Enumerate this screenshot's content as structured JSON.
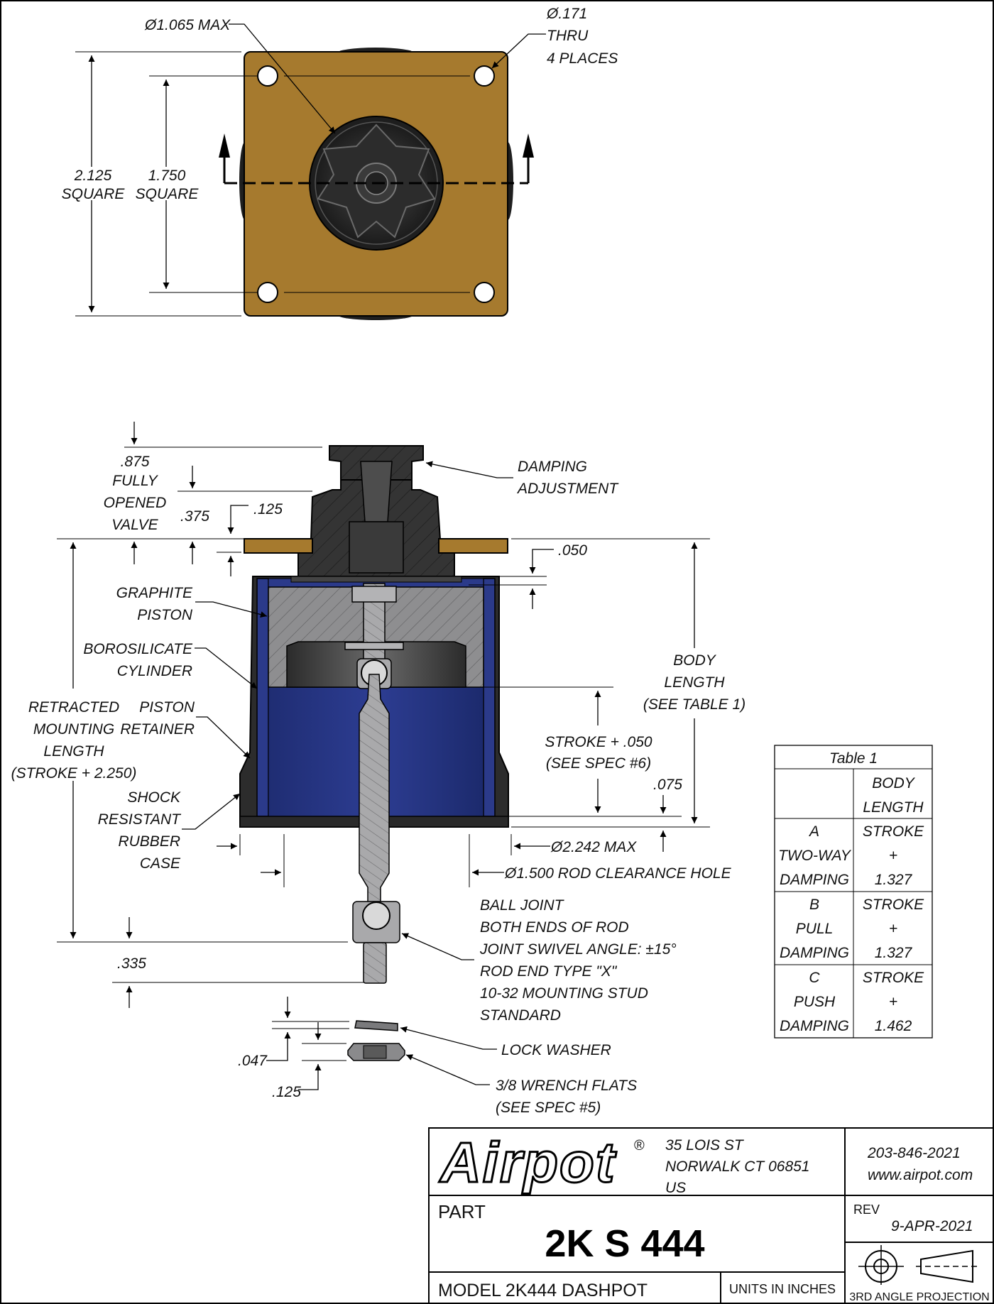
{
  "colors": {
    "flange": "#a67a2e",
    "body_dark": "#2a2a2a",
    "cylinder_blue": "#2b3a8a",
    "piston_gray": "#9a9a9c",
    "line": "#000000"
  },
  "top_view": {
    "dia_max": "Ø1.065 MAX",
    "hole_dia": "Ø.171",
    "hole_thru": "THRU",
    "hole_places": "4 PLACES",
    "outer_size": "2.125",
    "outer_square": "SQUARE",
    "inner_size": "1.750",
    "inner_square": "SQUARE"
  },
  "section": {
    "dim_875": ".875",
    "fully": "FULLY",
    "opened": "OPENED",
    "valve": "VALVE",
    "dim_375": ".375",
    "dim_125": ".125",
    "dim_050": ".050",
    "damping": "DAMPING",
    "adjustment": "ADJUSTMENT",
    "graphite": "GRAPHITE",
    "piston": "PISTON",
    "borosilicate": "BOROSILICATE",
    "cylinder": "CYLINDER",
    "piston2": "PISTON",
    "retainer": "RETAINER",
    "retracted": "RETRACTED",
    "mounting": "MOUNTING",
    "length": "LENGTH",
    "stroke_225": "(STROKE + 2.250)",
    "shock": "SHOCK",
    "resistant": "RESISTANT",
    "rubber": "RUBBER",
    "case": "CASE",
    "body": "BODY",
    "body_length": "LENGTH",
    "see_table": "(SEE TABLE 1)",
    "stroke_050": "STROKE + .050",
    "see_spec6": "(SEE SPEC #6)",
    "dim_075": ".075",
    "dia_2242": "Ø2.242 MAX",
    "dia_1500": "Ø1.500 ROD CLEARANCE HOLE",
    "ball_joint": "BALL JOINT",
    "both_ends": "BOTH ENDS OF ROD",
    "swivel": "JOINT SWIVEL ANGLE: ±15°",
    "rod_end": "ROD END TYPE \"X\"",
    "stud": "10-32 MOUNTING STUD",
    "standard": "STANDARD",
    "dim_335": ".335",
    "dim_047": ".047",
    "dim_125b": ".125",
    "lock_washer": "LOCK WASHER",
    "wrench": "3/8 WRENCH FLATS",
    "see_spec5": "(SEE SPEC #5)"
  },
  "table1": {
    "title": "Table 1",
    "header": [
      "",
      "BODY",
      "LENGTH"
    ],
    "rows": [
      {
        "type": [
          "A",
          "TWO-WAY",
          "DAMPING"
        ],
        "value": [
          "STROKE",
          "+",
          "1.327"
        ]
      },
      {
        "type": [
          "B",
          "PULL",
          "DAMPING"
        ],
        "value": [
          "STROKE",
          "+",
          "1.327"
        ]
      },
      {
        "type": [
          "C",
          "PUSH",
          "DAMPING"
        ],
        "value": [
          "STROKE",
          "+",
          "1.462"
        ]
      }
    ]
  },
  "title_block": {
    "logo": "Airpot",
    "registered": "®",
    "address1": "35 LOIS ST",
    "address2": "NORWALK CT 06851",
    "address3": "US",
    "phone": "203-846-2021",
    "web": "www.airpot.com",
    "part_label": "PART",
    "part_number": "2K S 444",
    "rev_label": "REV",
    "rev_date": "9-APR-2021",
    "model": "MODEL 2K444 DASHPOT",
    "units": "UNITS IN INCHES",
    "projection": "3RD ANGLE PROJECTION"
  }
}
